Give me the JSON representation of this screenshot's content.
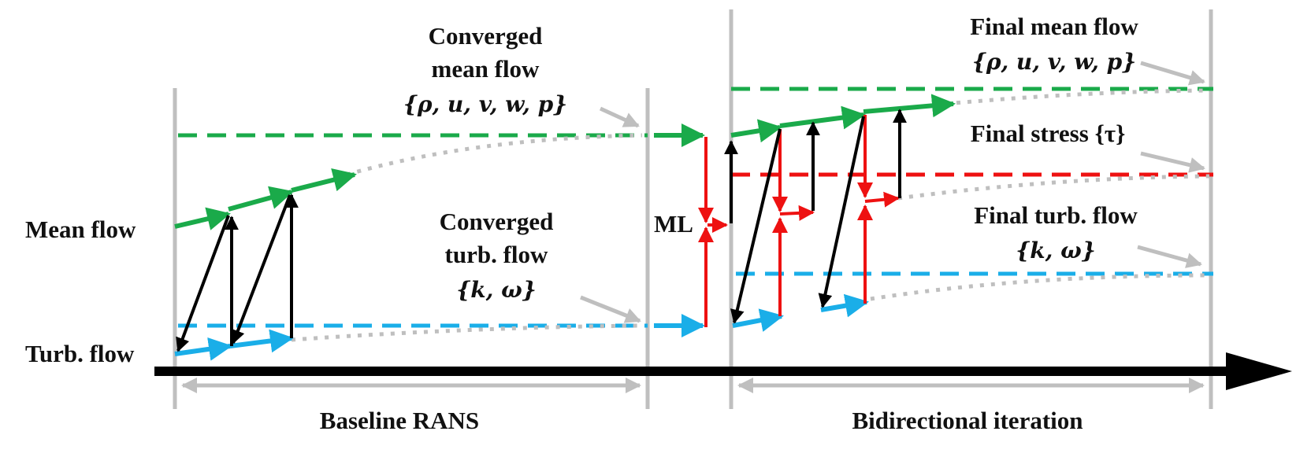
{
  "labels": {
    "mean_flow": "Mean flow",
    "turb_flow": "Turb. flow",
    "ml": "ML",
    "baseline_rans": "Baseline RANS",
    "bidirectional_iteration": "Bidirectional iteration",
    "converged_mean_line1": "Converged",
    "converged_mean_line2": "mean flow",
    "converged_mean_vars": "{ρ, u, v, w, p}",
    "converged_turb_line1": "Converged",
    "converged_turb_line2": "turb. flow",
    "converged_turb_vars": "{k, ω}",
    "final_mean_line1": "Final mean flow",
    "final_mean_vars": "{ρ, u, v, w, p}",
    "final_stress": "Final stress  {τ}",
    "final_turb_line1": "Final turb. flow",
    "final_turb_vars": "{k, ω}"
  },
  "colors": {
    "mean_flow": "#1aaa4a",
    "turb_flow": "#1aaee8",
    "stress": "#ee1111",
    "update_arrow": "#000000",
    "guide": "#bfbfbf",
    "timeline": "#000000"
  },
  "icons": {
    "timeline": "arrow-right-icon",
    "span": "double-headed-arrow-icon"
  }
}
